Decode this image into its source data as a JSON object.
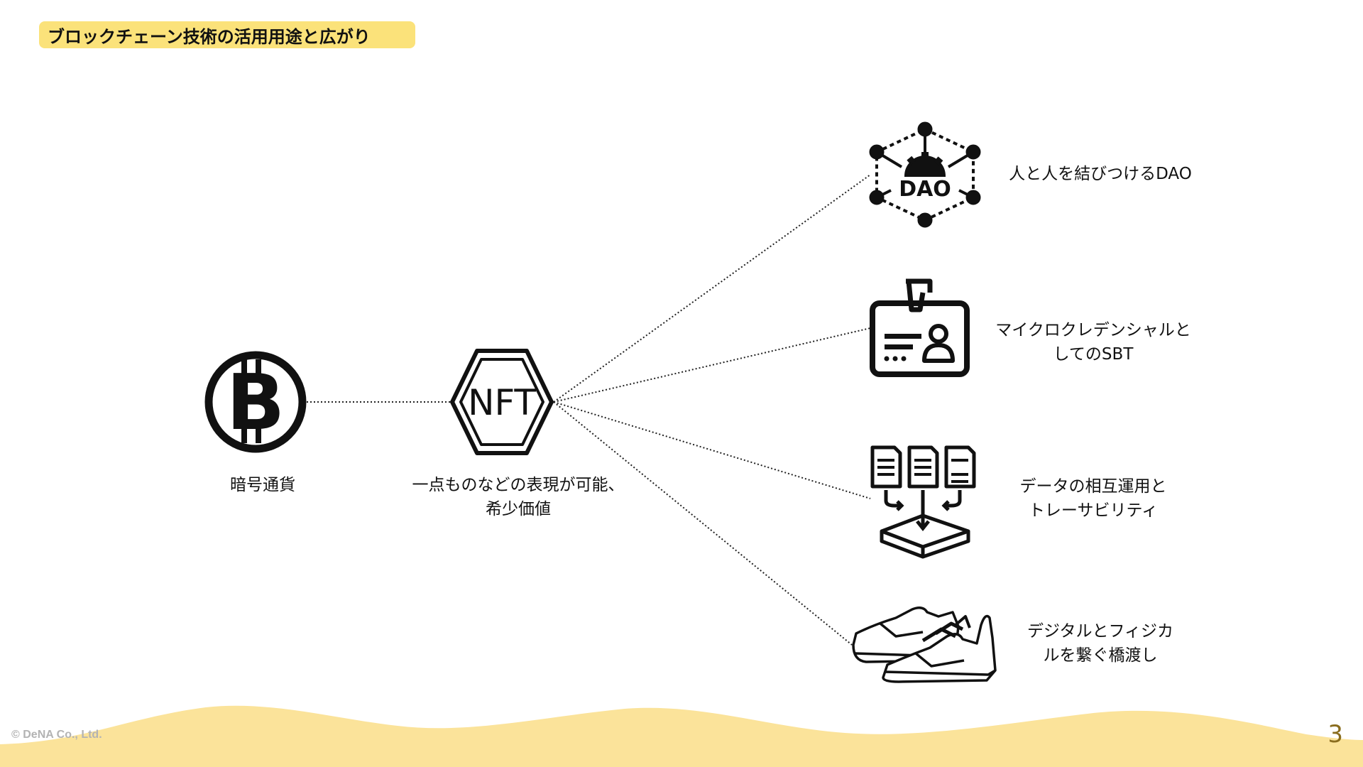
{
  "header": {
    "title": "ブロックチェーン技術の活用用途と広がり"
  },
  "nodes": {
    "crypto": {
      "label": "暗号通貨",
      "icon": "bitcoin-icon"
    },
    "nft": {
      "label_line1": "一点ものなどの表現が可能、",
      "label_line2": "希少価値",
      "icon_text": "NFT",
      "icon": "nft-hexagon-icon"
    },
    "dao": {
      "label": "人と人を結びつけるDAO",
      "icon_text": "DAO",
      "icon": "dao-network-icon"
    },
    "sbt": {
      "label_line1": "マイクロクレデンシャルと",
      "label_line2": "してのSBT",
      "icon": "id-badge-icon"
    },
    "data": {
      "label_line1": "データの相互運用と",
      "label_line2": "トレーサビリティ",
      "icon": "documents-box-icon"
    },
    "digital": {
      "label_line1": "デジタルとフィジカ",
      "label_line2": "ルを繋ぐ橋渡し",
      "icon": "sneakers-icon"
    }
  },
  "footer": {
    "copyright": "© DeNA Co., Ltd.",
    "page_number": "3"
  },
  "colors": {
    "accent": "#fbe27a",
    "wave": "#fbe39a",
    "page_number": "#8a6d1e"
  }
}
